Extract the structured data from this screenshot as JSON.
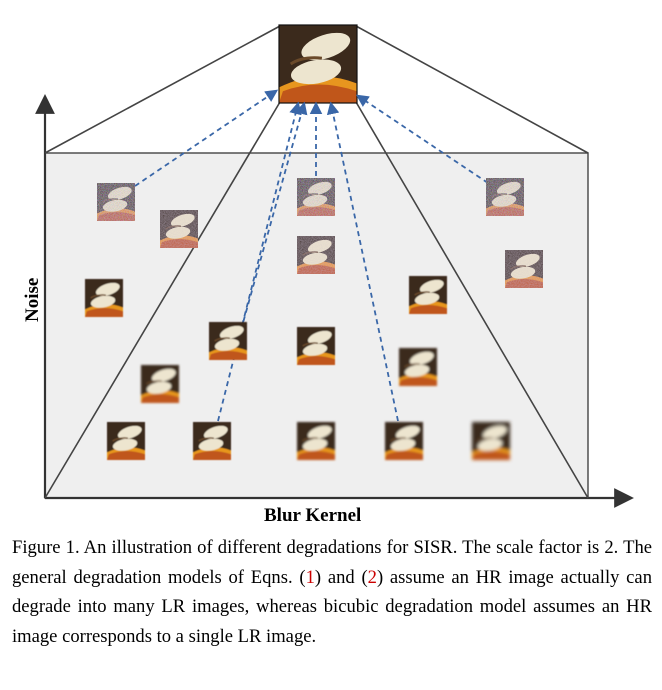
{
  "figure": {
    "axis_x_label": "Blur Kernel",
    "axis_y_label": "Noise"
  },
  "caption": {
    "part1": "Figure 1. An illustration of different degradations for SISR. The scale factor is 2.  The general degradation models of Eqns. (",
    "ref1": "1",
    "part2": ") and (",
    "ref2": "2",
    "part3": ") assume an HR image actually can degrade into many LR images, whereas bicubic degradation model assumes an HR image corresponds to a single LR image."
  },
  "colors": {
    "box_fill": "#efefef",
    "arrow": "#3a67a8",
    "ref": "#cc0000"
  }
}
